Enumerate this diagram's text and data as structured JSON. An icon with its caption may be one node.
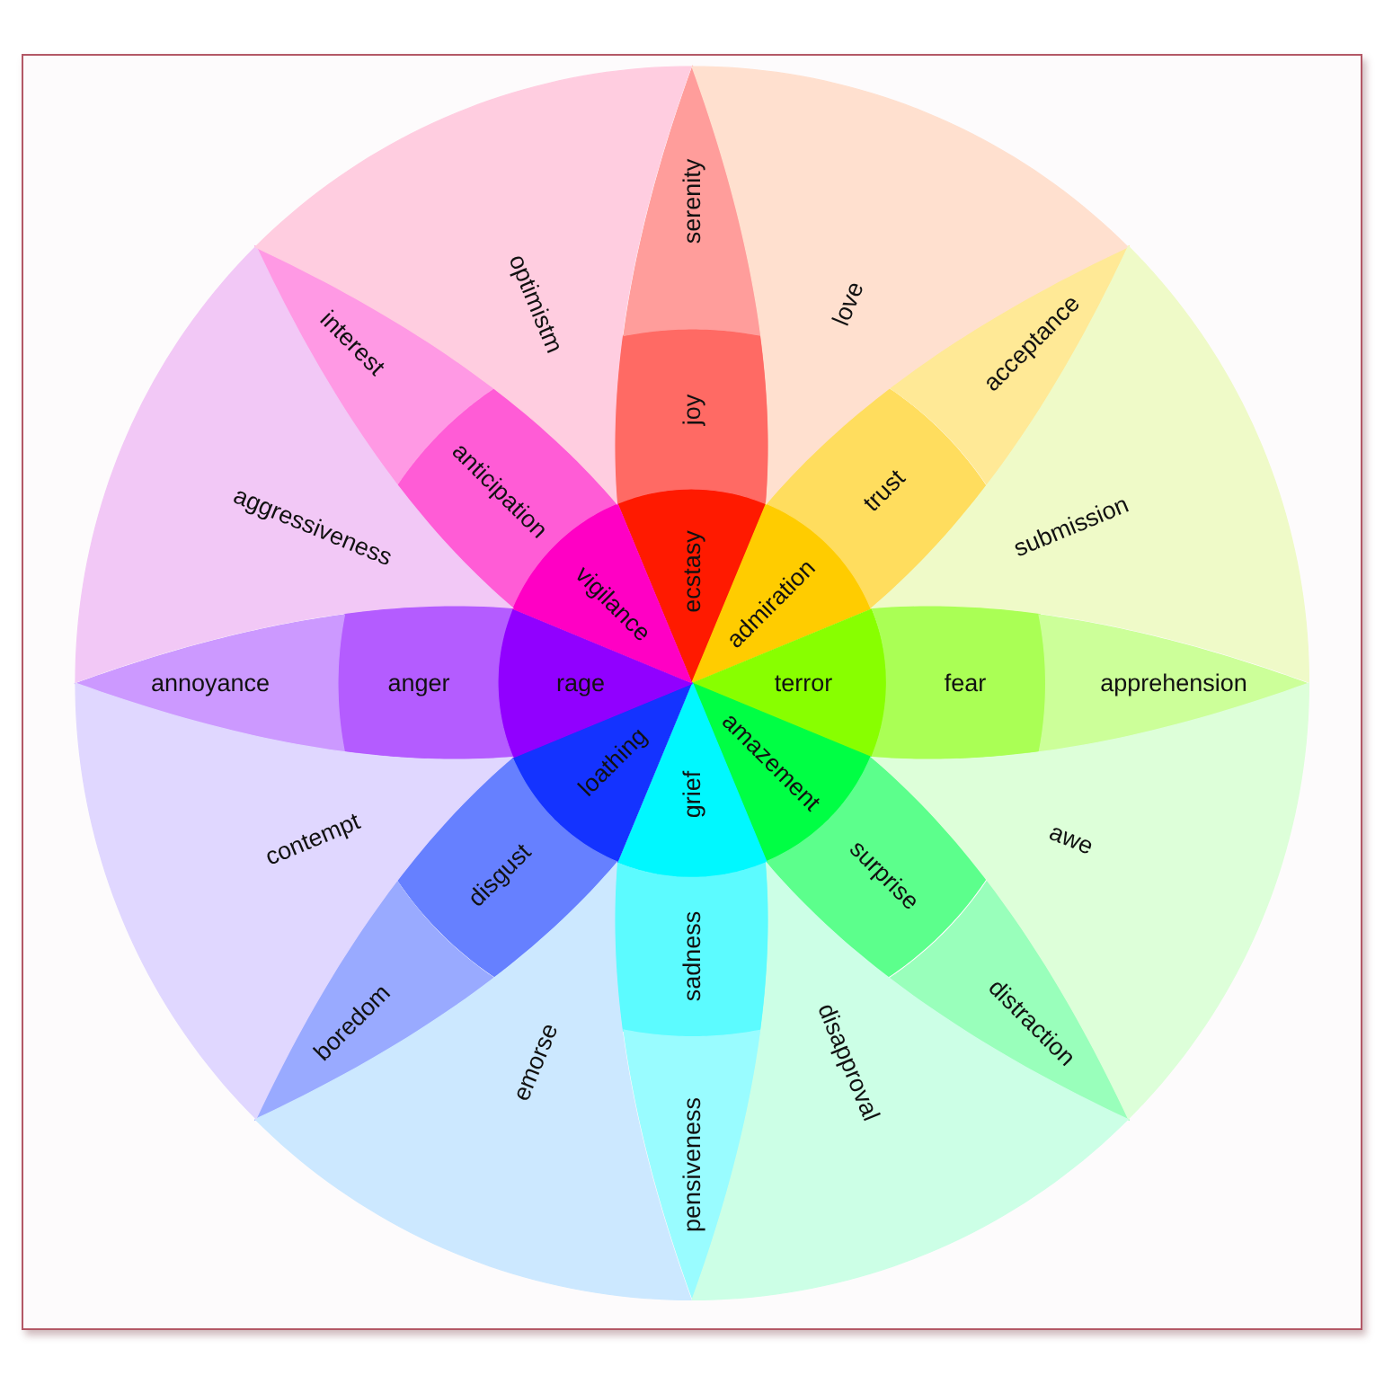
{
  "diagram": {
    "nodes": [
      {
        "text": [
          "ecstasy"
        ]
      },
      {
        "text": [
          "joy"
        ]
      },
      {
        "text": [
          "serenity"
        ]
      },
      {
        "text": [
          "admiration"
        ]
      },
      {
        "text": [
          "trust"
        ]
      },
      {
        "text": [
          "acceptance"
        ]
      },
      {
        "text": [
          "terror"
        ]
      },
      {
        "text": [
          "fear"
        ]
      },
      {
        "text": [
          "apprehension"
        ]
      },
      {
        "text": [
          "amazement"
        ]
      },
      {
        "text": [
          "surprise"
        ]
      },
      {
        "text": [
          "distraction"
        ]
      },
      {
        "text": [
          "grief"
        ]
      },
      {
        "text": [
          "sadness"
        ]
      },
      {
        "text": [
          "pensiveness"
        ]
      },
      {
        "text": [
          "loathing"
        ]
      },
      {
        "text": [
          "disgust"
        ]
      },
      {
        "text": [
          "boredom"
        ]
      },
      {
        "text": [
          "rage"
        ]
      },
      {
        "text": [
          "anger"
        ]
      },
      {
        "text": [
          "annoyance"
        ]
      },
      {
        "text": [
          "vigilance"
        ]
      },
      {
        "text": [
          "anticipation"
        ]
      },
      {
        "text": [
          "interest"
        ]
      },
      {
        "text": [
          "love"
        ]
      },
      {
        "text": [
          "submission"
        ]
      },
      {
        "text": [
          "awe"
        ]
      },
      {
        "text": [
          "disapproval"
        ]
      },
      {
        "text": [
          "emorse"
        ]
      },
      {
        "text": [
          "contempt"
        ]
      },
      {
        "text": [
          "aggressiveness"
        ]
      },
      {
        "text": [
          "optimistm"
        ]
      }
    ]
  }
}
